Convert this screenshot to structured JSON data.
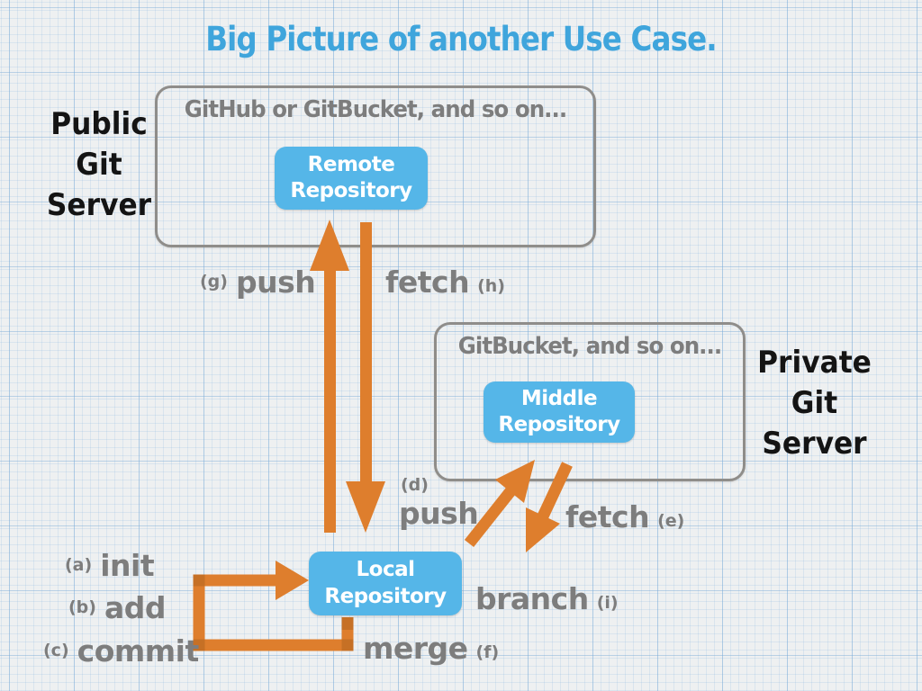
{
  "title": "Big Picture of another Use Case.",
  "colors": {
    "title_blue": "#3fa5dc",
    "repo_blue": "#55b6e8",
    "arrow_orange": "#de7e2d",
    "label_gray": "#7d7d7d",
    "border_gray": "#8f8d8a",
    "ink_black": "#141414",
    "paper": "#eef0f1"
  },
  "public_server": {
    "side_label_lines": [
      "Public",
      "Git",
      "Server"
    ],
    "box_header": "GitHub or GitBucket, and so on...",
    "repo_lines": [
      "Remote",
      "Repository"
    ]
  },
  "private_server": {
    "side_label_lines": [
      "Private",
      "Git",
      "Server"
    ],
    "box_header": "GitBucket, and so on...",
    "repo_lines": [
      "Middle",
      "Repository"
    ]
  },
  "local_repo_lines": [
    "Local",
    "Repository"
  ],
  "actions": {
    "push_public": {
      "prefix": "(g)",
      "word": "push"
    },
    "fetch_public": {
      "word": "fetch",
      "suffix": "(h)"
    },
    "push_private": {
      "prefix": "(d)",
      "word": "push"
    },
    "fetch_private": {
      "word": "fetch",
      "suffix": "(e)"
    },
    "init": {
      "prefix": "(a)",
      "word": "init"
    },
    "add": {
      "prefix": "(b)",
      "word": "add"
    },
    "commit": {
      "prefix": "(c)",
      "word": "commit"
    },
    "branch": {
      "word": "branch",
      "suffix": "(i)"
    },
    "merge": {
      "word": "merge",
      "suffix": "(f)"
    }
  }
}
